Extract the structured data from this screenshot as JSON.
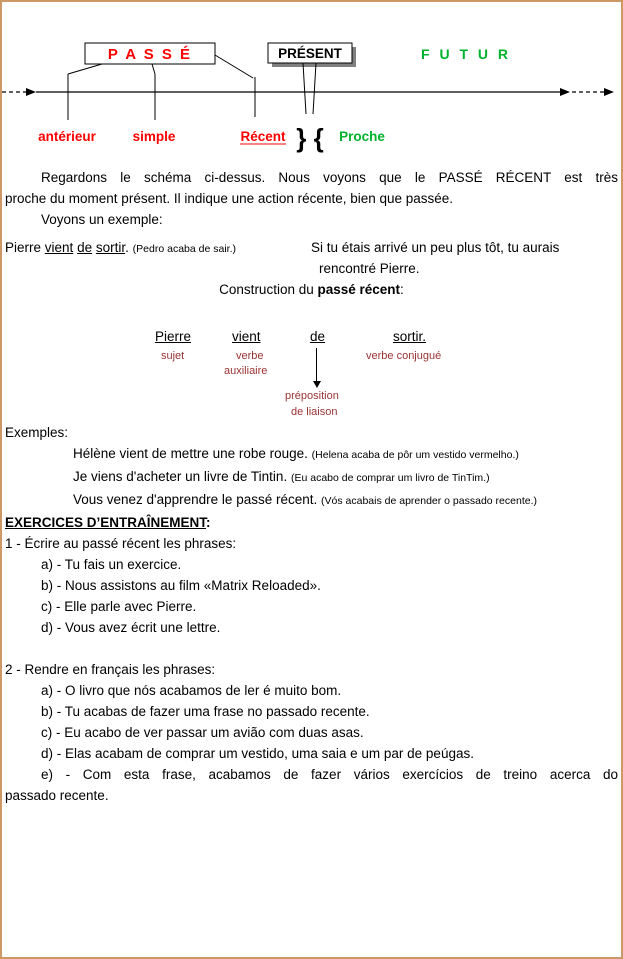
{
  "colors": {
    "red": "#FF0000",
    "green": "#00B22C",
    "darkred": "#993333",
    "border": "#CC9966",
    "shadow": "#808080"
  },
  "diagram": {
    "passe": "P A S S É",
    "present": "PRÉSENT",
    "futur": "F U T U R",
    "anterieur": "antérieur",
    "simple": "simple",
    "recent": "Récent",
    "braces": "} {",
    "proche": "Proche"
  },
  "intro": {
    "p1_line1": "Regardons le schéma ci-dessus. Nous voyons que le PASSÉ RÉCENT est très",
    "p1_line2": "proche du moment présent. Il indique une action récente, bien que passée.",
    "p2": "Voyons un exemple:"
  },
  "example": {
    "subject": "Pierre",
    "verb": "vient",
    "prep": "de",
    "infinitive": "sortir",
    "period": ".",
    "translation": "(Pedro acaba de sair.)",
    "side_line1": "Si tu étais arrivé un peu plus tôt, tu aurais",
    "side_line2": "rencontré Pierre."
  },
  "construction": {
    "title_prefix": "Construction du ",
    "title_bold": "passé récent",
    "title_suffix": ":",
    "word1": "Pierre",
    "word2": "vient",
    "word3": "de",
    "word4": "sortir.",
    "label_sujet": "sujet",
    "label_verbe": "verbe",
    "label_auxiliaire": "auxiliaire",
    "label_verbe_conjugue": "verbe conjugué",
    "label_preposition": "préposition",
    "label_de_liaison": "de liaison"
  },
  "examples": {
    "heading": "Exemples:",
    "items": [
      {
        "fr": "Hélène vient de mettre une robe rouge.",
        "pt": "(Helena acaba de pôr um vestido vermelho.)"
      },
      {
        "fr": "Je viens d'acheter un livre de Tintin.",
        "pt": "(Eu acabo de comprar um livro de TinTim.)"
      },
      {
        "fr": "Vous venez d'apprendre le passé récent.",
        "pt": "(Vós acabais de aprender o passado recente.)"
      }
    ]
  },
  "exercises": {
    "heading": "EXERCICES D’ENTRAÎNEMENT",
    "heading_colon": ":",
    "part1": {
      "title": "1 - Écrire au passé récent les phrases:",
      "items": [
        "a) - Tu fais un exercice.",
        "b) - Nous assistons au film «Matrix Reloaded».",
        "c) - Elle parle avec Pierre.",
        "d) - Vous avez écrit une lettre."
      ]
    },
    "part2": {
      "title": "2 - Rendre en français les phrases:",
      "items": [
        "a) - O livro que nós acabamos de ler é muito bom.",
        "b) - Tu acabas de fazer uma frase no passado recente.",
        "c) - Eu acabo de ver passar um avião com duas asas.",
        "d) - Elas acabam de comprar um vestido, uma saia e um par de peúgas."
      ],
      "item_e": {
        "line1": "e) - Com esta frase, acabamos de fazer vários exercícios de treino acerca do",
        "line2": "passado recente."
      }
    }
  }
}
